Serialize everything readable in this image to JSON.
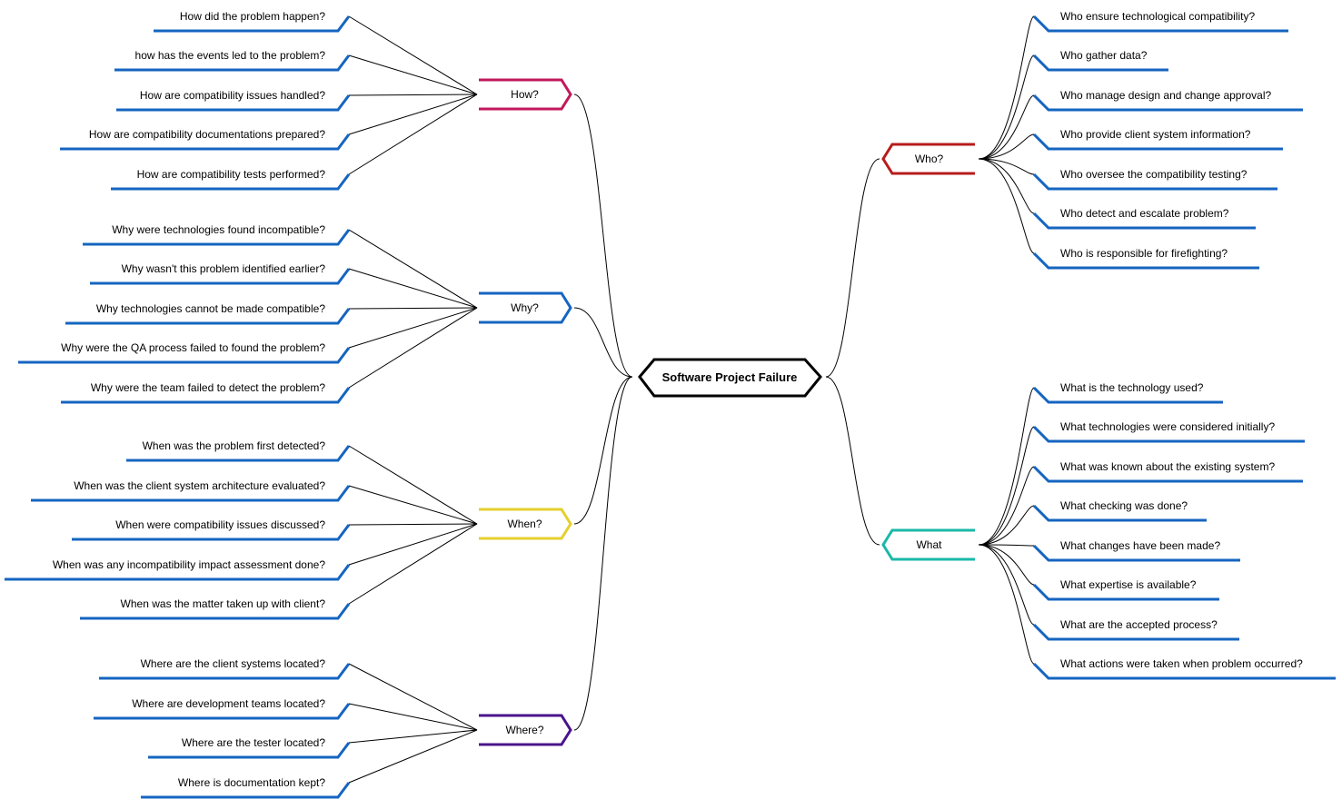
{
  "root": {
    "label": "Software Project Failure"
  },
  "colors": {
    "connector": "#000000",
    "leaf_underline": "#1565c0",
    "root_border": "#000000"
  },
  "branches": [
    {
      "label": "How?",
      "color": "#c2185b",
      "items": [
        "How did the problem happen?",
        "how has the events led to the problem?",
        "How are compatibility issues handled?",
        "How are compatibility documentations prepared?",
        "How are compatibility tests performed?"
      ]
    },
    {
      "label": "Why?",
      "color": "#1565c0",
      "items": [
        "Why were technologies found incompatible?",
        "Why wasn't this problem identified earlier?",
        "Why technologies cannot be made compatible?",
        "Why were the QA process failed to found the problem?",
        "Why were the team failed to detect the problem?"
      ]
    },
    {
      "label": "When?",
      "color": "#e6cf2e",
      "items": [
        "When was the problem first detected?",
        "When was the client system architecture evaluated?",
        "When were compatibility issues discussed?",
        "When was any incompatibility impact assessment done?",
        "When was the matter taken up with client?"
      ]
    },
    {
      "label": "Where?",
      "color": "#4a148c",
      "items": [
        "Where are the client systems located?",
        "Where are development teams located?",
        "Where are the tester located?",
        "Where is documentation kept?"
      ]
    },
    {
      "label": "Who?",
      "color": "#b71c1c",
      "items": [
        "Who ensure technological compatibility?",
        "Who gather data?",
        "Who manage design and change approval?",
        "Who provide client system information?",
        "Who oversee the compatibility testing?",
        "Who detect and escalate problem?",
        "Who is responsible for firefighting?"
      ]
    },
    {
      "label": "What",
      "color": "#1ab8a8",
      "items": [
        "What is the technology used?",
        "What technologies were considered initially?",
        "What was known about the existing system?",
        "What checking was done?",
        "What changes have been made?",
        "What expertise is available?",
        "What are the accepted process?",
        "What actions were taken when problem occurred?"
      ]
    }
  ]
}
